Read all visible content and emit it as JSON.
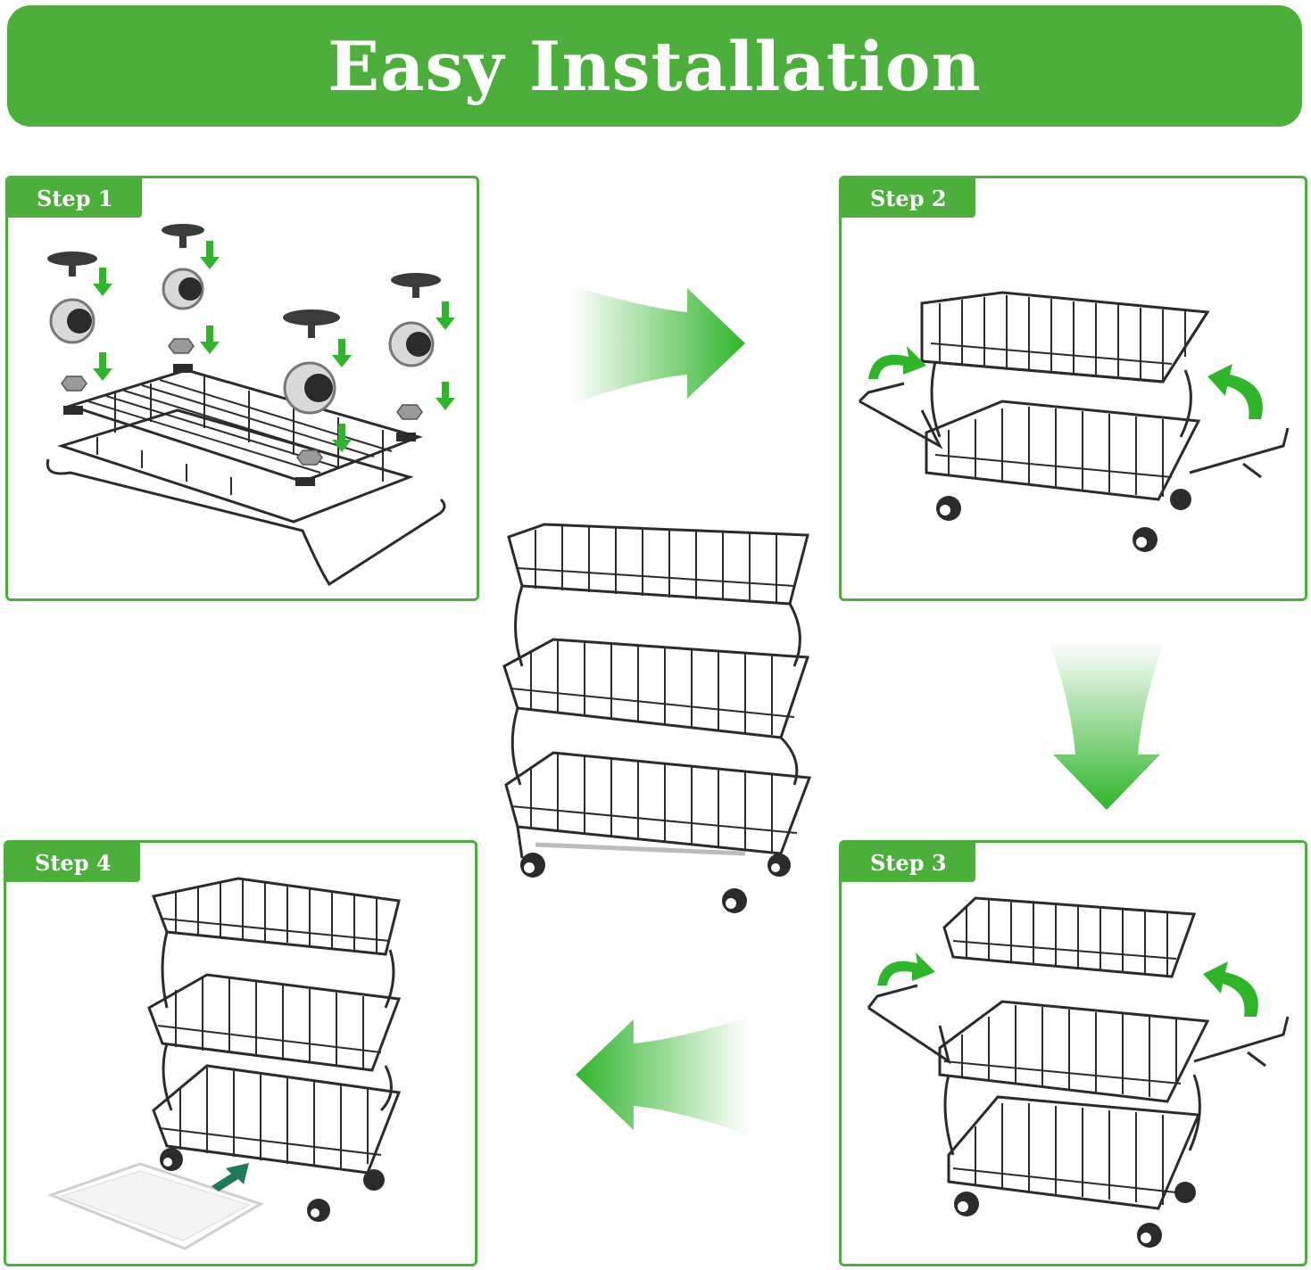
{
  "title": "Easy Installation",
  "colors": {
    "brand_green": "#4caf3c",
    "arrow_green": "#2fb52a",
    "wire": "#2b2b2b",
    "teal_arrow": "#1f7a5a"
  },
  "steps": [
    {
      "label": "Step 1"
    },
    {
      "label": "Step 2"
    },
    {
      "label": "Step 3"
    },
    {
      "label": "Step 4"
    }
  ],
  "icons": {
    "flow_right": "arrow-right-icon",
    "flow_down": "arrow-down-icon",
    "flow_left": "arrow-left-icon",
    "rotate": "rotate-arrow-icon"
  }
}
